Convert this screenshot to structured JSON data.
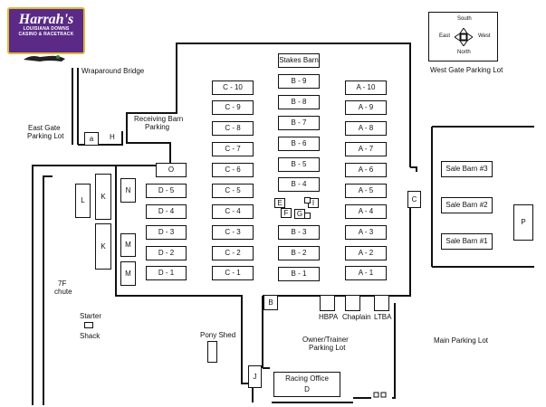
{
  "logo": {
    "brand": "Harrah's",
    "subtitle": "LOUISIANA DOWNS",
    "tagline": "CASINO & RACETRACK",
    "colors": {
      "purple": "#5a2a86",
      "gold": "#e1b93a"
    }
  },
  "compass": {
    "south": "South",
    "north": "North",
    "east": "East",
    "west": "West",
    "icon": "compass-rose-icon"
  },
  "labels": {
    "west_gate_lot": "West Gate Parking Lot",
    "wraparound_bridge": "Wraparound Bridge",
    "east_gate_line1": "East Gate",
    "east_gate_line2": "Parking Lot",
    "receiving_line1": "Receiving Barn",
    "receiving_line2": "Parking",
    "h_marker": "H",
    "a_small": "a",
    "chute_line1": "7F",
    "chute_line2": "chute",
    "starter_line1": "Starter",
    "starter_line2": "Shack",
    "pony_shed": "Pony Shed",
    "owner_line1": "Owner/Trainer",
    "owner_line2": "Parking Lot",
    "main_lot": "Main Parking Lot"
  },
  "barns": {
    "stakes": "Stakes Barn",
    "c_column": [
      "C - 10",
      "C - 9",
      "C - 8",
      "C - 7",
      "C - 6",
      "C - 5",
      "C - 4",
      "C - 3",
      "C - 2",
      "C - 1"
    ],
    "b_column": [
      "B - 9",
      "B - 8",
      "B - 7",
      "B - 6",
      "B - 5",
      "B - 4",
      "B - 3",
      "B - 2",
      "B - 1"
    ],
    "a_column": [
      "A - 10",
      "A - 9",
      "A - 8",
      "A - 7",
      "A - 6",
      "A - 5",
      "A - 4",
      "A - 3",
      "A - 2",
      "A - 1"
    ],
    "d_column": [
      "O",
      "D - 5",
      "D - 4",
      "D - 3",
      "D - 2",
      "D - 1"
    ],
    "e": "E",
    "f": "F",
    "g": "G",
    "i": "I",
    "n": "N",
    "l": "L",
    "k1": "K",
    "k2": "K",
    "m1": "M",
    "m2": "M",
    "c_gate": "C",
    "b_gate": "B",
    "j_gate": "J",
    "hbpa": "HBPA",
    "chaplain": "Chaplain",
    "ltba": "LTBA",
    "racing_office": "Racing Office",
    "racing_office_code": "D",
    "sale_barn_3": "Sale Barn #3",
    "sale_barn_2": "Sale Barn #2",
    "sale_barn_1": "Sale Barn #1",
    "p": "P"
  }
}
